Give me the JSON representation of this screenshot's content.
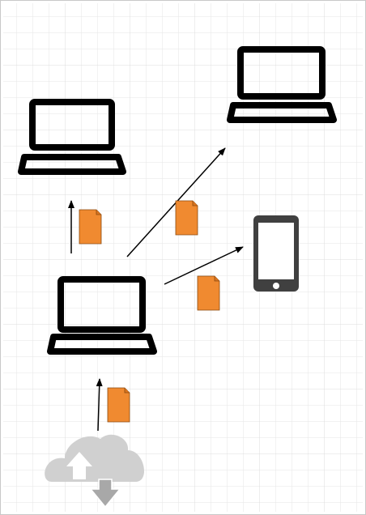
{
  "diagram": {
    "nodes": [
      {
        "id": "laptop-source",
        "kind": "laptop-icon"
      },
      {
        "id": "laptop-top-left",
        "kind": "laptop-icon"
      },
      {
        "id": "laptop-top-right",
        "kind": "laptop-icon"
      },
      {
        "id": "smartphone",
        "kind": "smartphone-icon"
      },
      {
        "id": "cloud-sync",
        "kind": "cloud-upload-download-icon"
      }
    ],
    "edges": [
      {
        "from": "cloud-sync",
        "to": "laptop-source",
        "payload": "document-icon"
      },
      {
        "from": "laptop-source",
        "to": "laptop-top-left",
        "payload": "document-icon"
      },
      {
        "from": "laptop-source",
        "to": "laptop-top-right",
        "payload": "document-icon"
      },
      {
        "from": "laptop-source",
        "to": "smartphone",
        "payload": "document-icon"
      }
    ]
  },
  "colors": {
    "background": "#ffffff",
    "grid": "#e6e6e6",
    "device": "#000000",
    "phone": "#404040",
    "document": "#f08a30",
    "document_stroke": "#8a4a10",
    "cloud": "#d0d0d0",
    "cloud_arrow": "#ffffff",
    "cloud_down_arrow": "#a8a8a8",
    "edge": "#000000",
    "frame": "#c8c8c8"
  }
}
